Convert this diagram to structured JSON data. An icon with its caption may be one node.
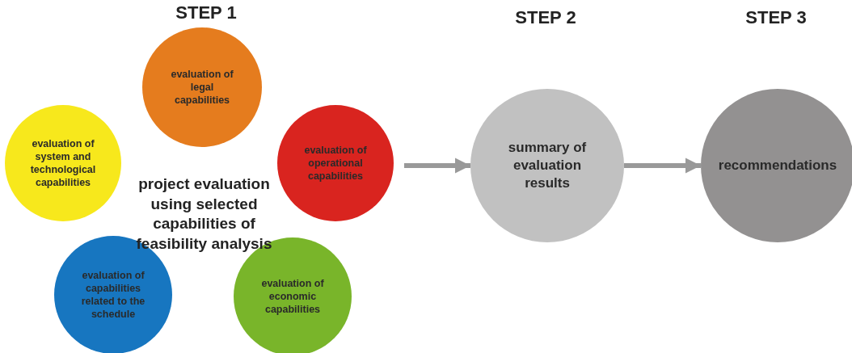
{
  "diagram": {
    "nodes": [
      {
        "text": [
          "evaluation of legal capabilities"
        ]
      },
      {
        "text": [
          "evaluation of system and technological capabilities"
        ]
      },
      {
        "text": [
          "evaluation of operational capabilities"
        ]
      },
      {
        "text": [
          "evaluation of capabilities related to the schedule"
        ]
      },
      {
        "text": [
          "evaluation of economic capabilities"
        ]
      },
      {
        "text": [
          "summary of evaluation results"
        ]
      },
      {
        "text": [
          "recommendations"
        ]
      }
    ],
    "edges": [
      {
        "from": null,
        "to": 5,
        "arrow": "to"
      },
      {
        "from": 5,
        "to": 6,
        "arrow": "to"
      }
    ],
    "labels": [
      "STEP 1",
      "STEP 2",
      "STEP 3",
      "project evaluation using selected capabilities of feasibility analysis"
    ]
  }
}
